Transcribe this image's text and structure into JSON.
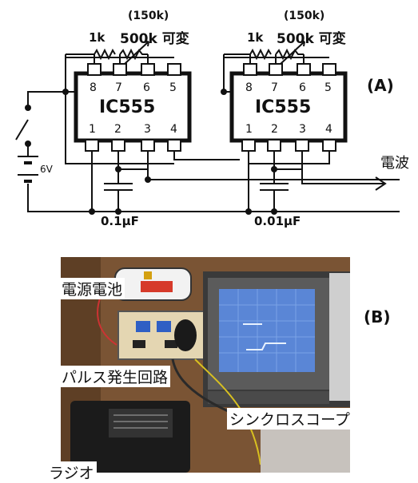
{
  "schematic": {
    "label": "(A)",
    "ic_name": "IC555",
    "pins_top": [
      "8",
      "7",
      "6",
      "5"
    ],
    "pins_bottom": [
      "1",
      "2",
      "3",
      "4"
    ],
    "left_stage": {
      "resistor_label": "1k",
      "pot_label": "500k 可変",
      "pot_alt_label": "(150k)",
      "capacitor_label": "0.1μF"
    },
    "right_stage": {
      "resistor_label": "1k",
      "pot_label": "500k 可変",
      "pot_alt_label": "(150k)",
      "capacitor_label": "0.01μF"
    },
    "battery_label": "6V",
    "output_label": "電波"
  },
  "photo": {
    "label": "(B)",
    "captions": {
      "battery": "電源電池",
      "pulse_circuit": "パルス発生回路",
      "oscilloscope": "シンクロスコープ",
      "radio": "ラジオ"
    }
  },
  "colors": {
    "line": "#111111",
    "table": "#6b4a2e",
    "scope_screen": "#5a86d6"
  }
}
